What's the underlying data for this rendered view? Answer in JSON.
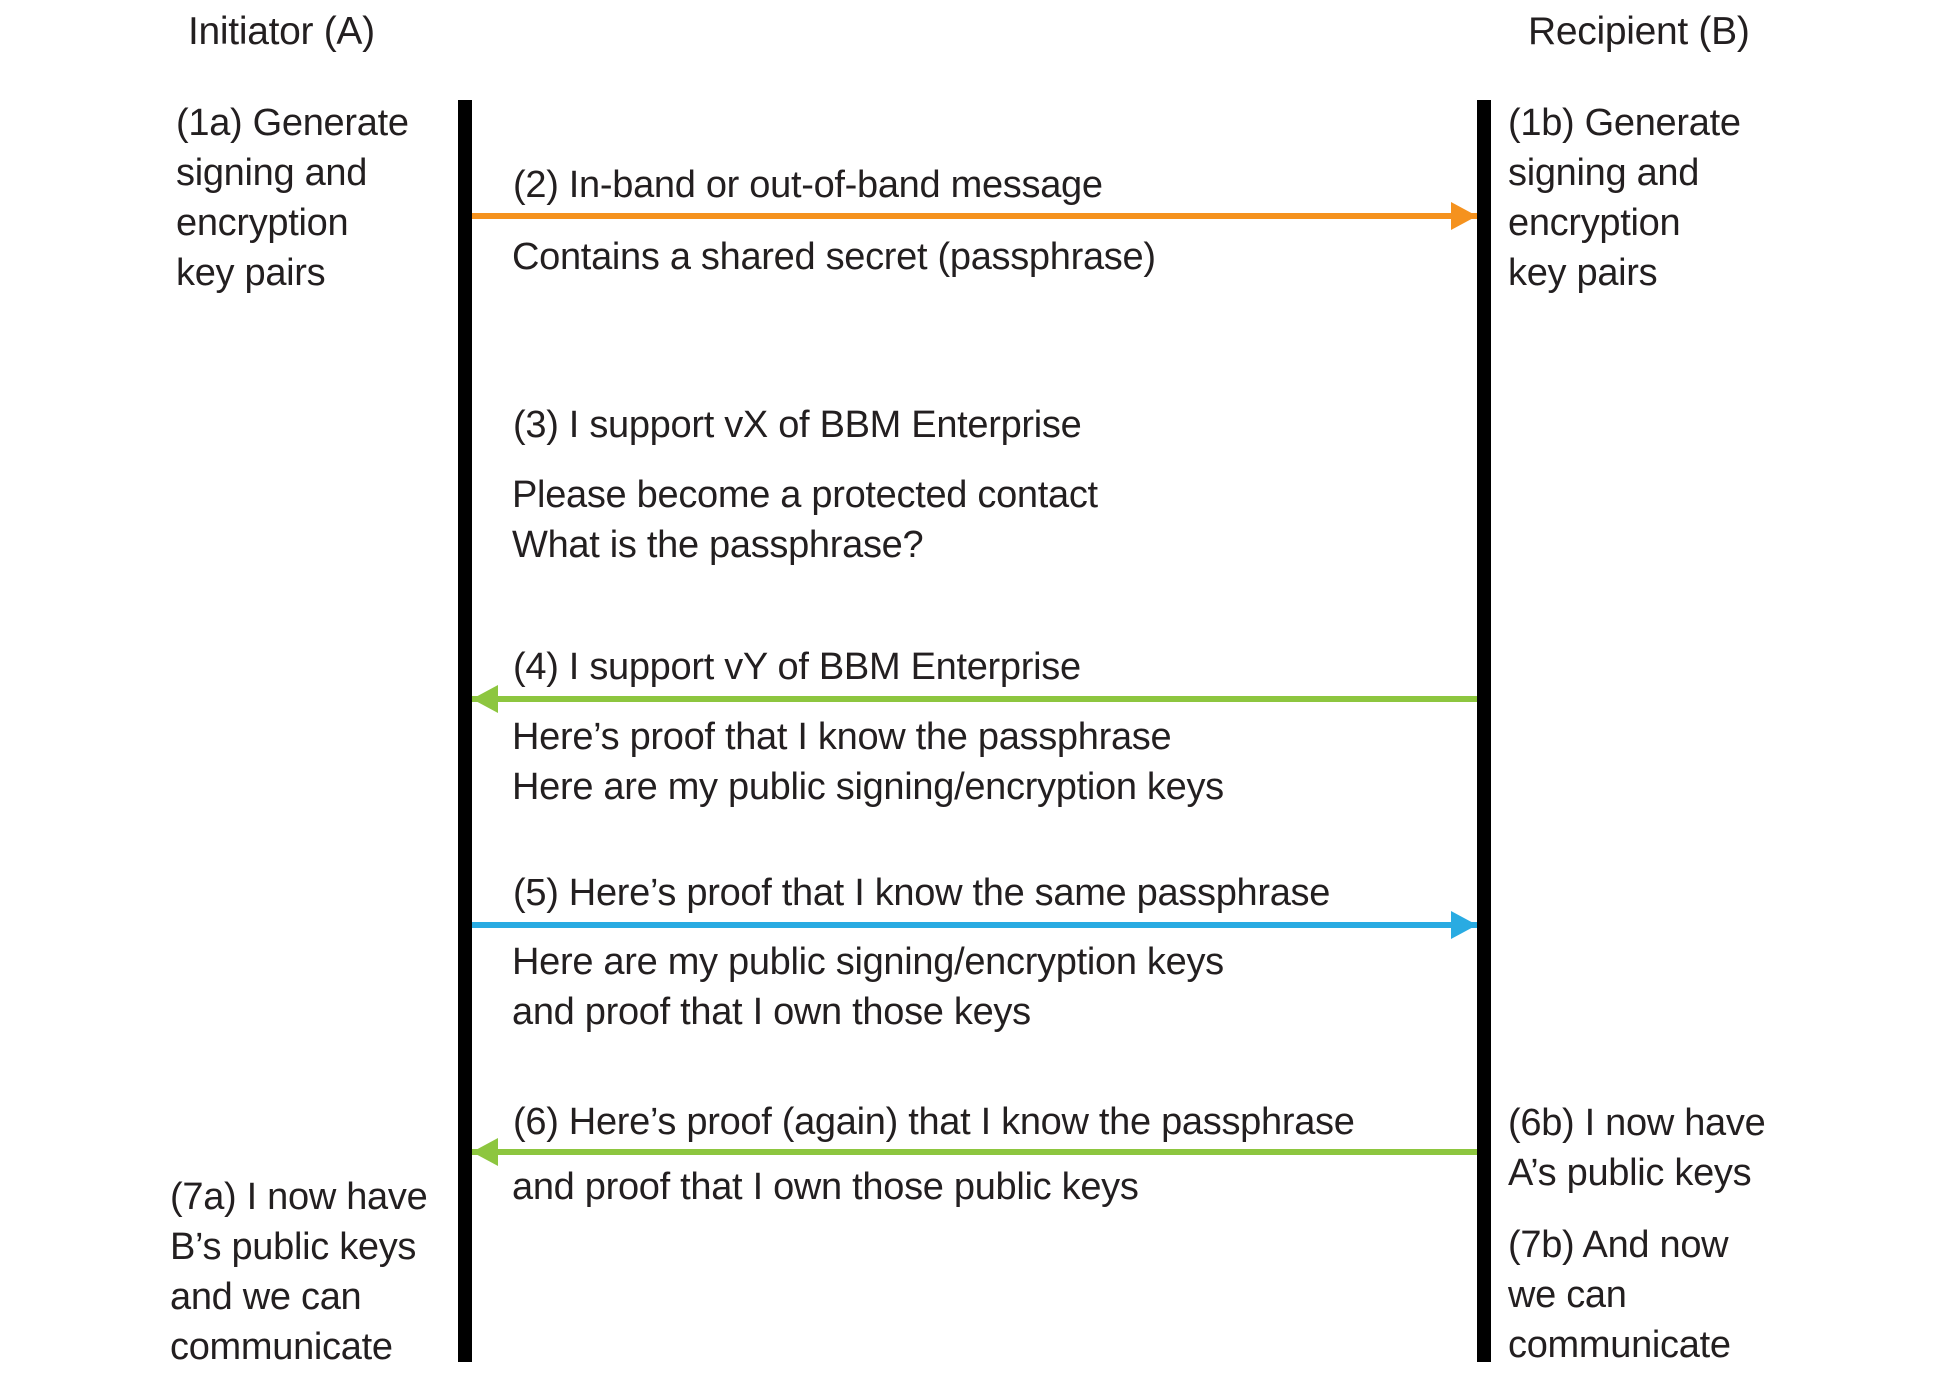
{
  "diagram": {
    "left_actor": {
      "title": "Initiator (A)",
      "note_top": "(1a) Generate\nsigning and\nencryption\nkey pairs",
      "note_bottom": "(7a) I now have\nB’s public keys\nand we can\ncommunicate"
    },
    "right_actor": {
      "title": "Recipient (B)",
      "note_top": "(1b) Generate\nsigning and\nencryption\nkey pairs",
      "note_bottom_1": "(6b) I now have\nA’s public keys",
      "note_bottom_2": "(7b) And now\nwe can\ncommunicate"
    },
    "colors": {
      "lifeline": "#000000",
      "text": "#231F20"
    },
    "messages": [
      {
        "label": "(2) In-band or out-of-band message",
        "detail": "Contains a shared secret (passphrase)",
        "direction": "right",
        "color": "#F5921E"
      },
      {
        "label": "(3) I support vX of BBM Enterprise",
        "detail": "Please become a protected contact\nWhat is the passphrase?",
        "direction": "none",
        "color": ""
      },
      {
        "label": "(4) I support vY of BBM Enterprise",
        "detail": "Here’s proof that I know the passphrase\nHere are my public signing/encryption keys",
        "direction": "left",
        "color": "#8DC63F"
      },
      {
        "label": "(5) Here’s proof that I know the same passphrase",
        "detail": "Here are my public signing/encryption keys\nand proof that I own those keys",
        "direction": "right",
        "color": "#29ABE2"
      },
      {
        "label": "(6) Here’s proof (again) that I know the passphrase",
        "detail": "and proof that I own those public keys",
        "direction": "left",
        "color": "#8DC63F"
      }
    ]
  }
}
